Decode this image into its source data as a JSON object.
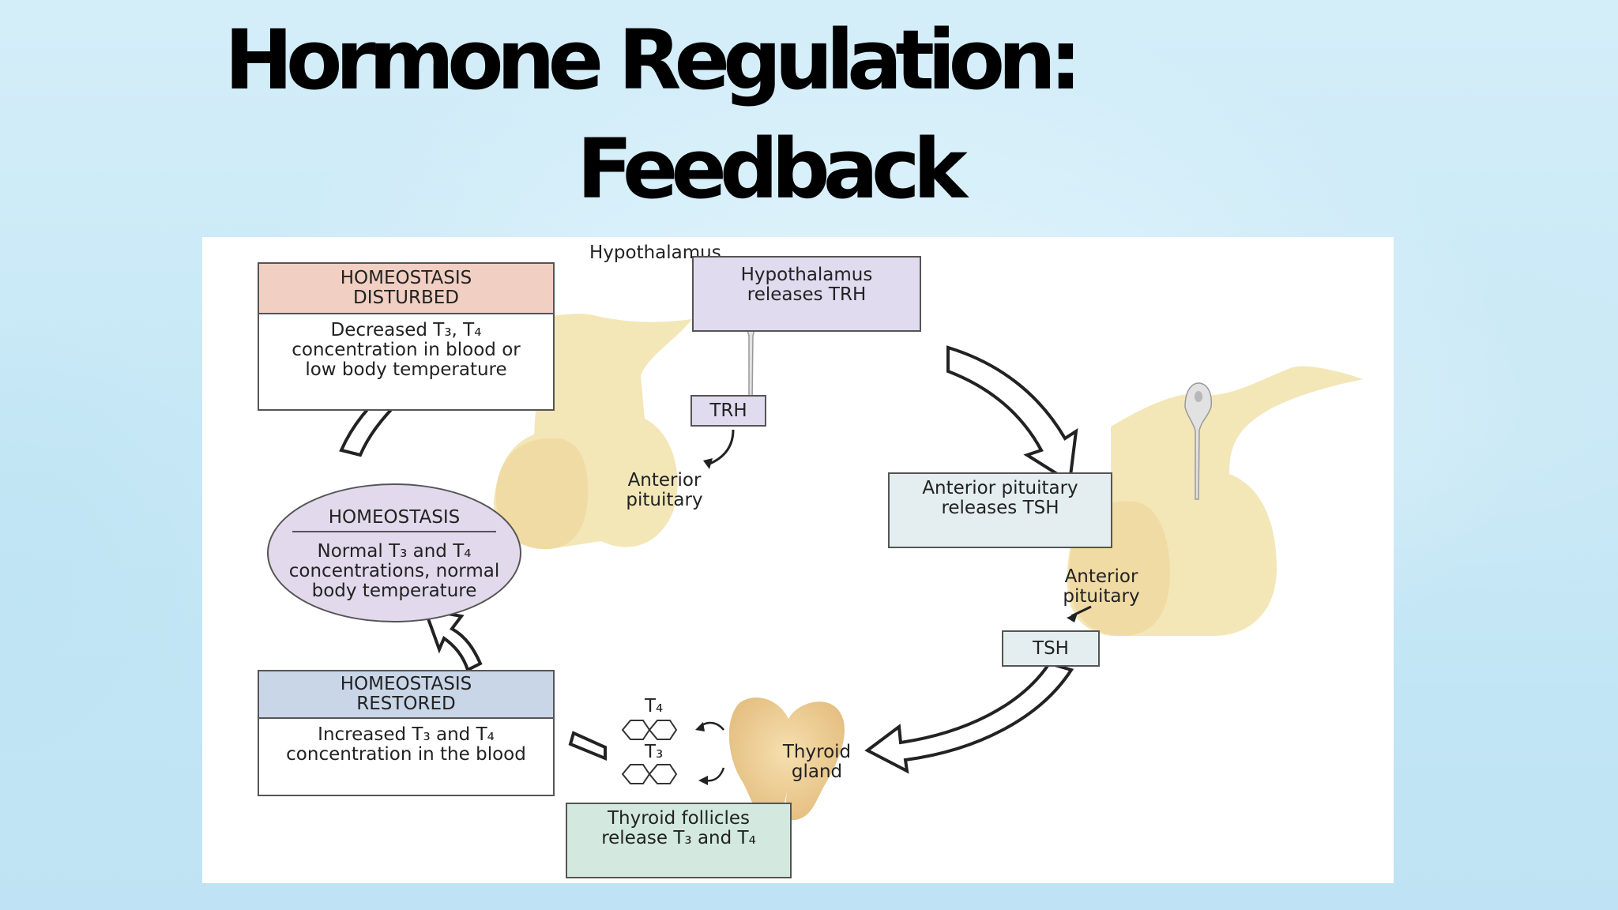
{
  "slide": {
    "title_line1": "Hormone Regulation:",
    "title_line2": "Feedback"
  },
  "diagram": {
    "disturbed": {
      "header": "HOMEOSTASIS DISTURBED",
      "body": "Decreased T₃, T₄ concentration in blood or low body temperature",
      "header_color": "#f1cfc3"
    },
    "homeostasis": {
      "header": "HOMEOSTASIS",
      "body": "Normal T₃ and T₄ concentrations, normal body temperature",
      "color": "#e2d9ec"
    },
    "restored": {
      "header": "HOMEOSTASIS RESTORED",
      "body": "Increased T₃ and T₄ concentration in the blood",
      "header_color": "#c9d6e8"
    },
    "hypothalamus_label": "Hypothalamus",
    "hypothalamus_releases": {
      "text": "Hypothalamus releases TRH",
      "color": "#e0dbee"
    },
    "trh_tag": "TRH",
    "anterior_pituitary_1": "Anterior pituitary",
    "pituitary_releases": {
      "text": "Anterior pituitary releases TSH",
      "color": "#e4eef0"
    },
    "anterior_pituitary_2": "Anterior pituitary",
    "tsh_tag": "TSH",
    "t4_label": "T₄",
    "t3_label": "T₃",
    "thyroid_label": "Thyroid gland",
    "follicles_release": {
      "text": "Thyroid follicles release T₃ and T₄",
      "color": "#d3e9e0"
    },
    "gland_color": "#f3e7b8",
    "pituitary_color": "#f1dba4",
    "thyroid_color": "#efd3a0"
  }
}
